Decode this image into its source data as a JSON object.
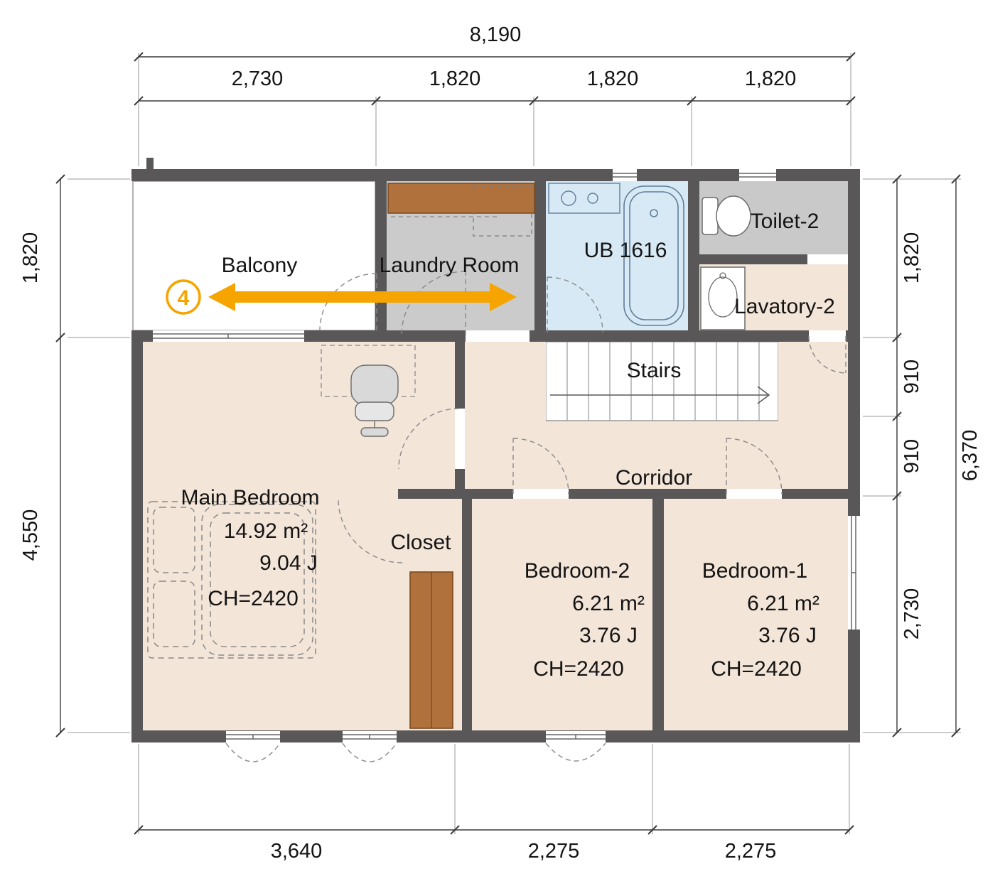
{
  "dims": {
    "top_total": "8,190",
    "top_segs": [
      "2,730",
      "1,820",
      "1,820",
      "1,820"
    ],
    "left": [
      "1,820",
      "4,550"
    ],
    "right_inner": [
      "1,820",
      "910",
      "910",
      "2,730"
    ],
    "right_total": "6,370",
    "bottom_segs": [
      "3,640",
      "2,275",
      "2,275"
    ]
  },
  "rooms": {
    "balcony": "Balcony",
    "laundry": "Laundry Room",
    "bath": "UB 1616",
    "toilet": "Toilet-2",
    "lavatory": "Lavatory-2",
    "stairs": "Stairs",
    "corridor": "Corridor",
    "closet": "Closet",
    "main_bedroom": {
      "name": "Main Bedroom",
      "area": "14.92 m²",
      "tatami": "9.04 J",
      "ceiling": "CH=2420"
    },
    "bedroom2": {
      "name": "Bedroom-2",
      "area": "6.21 m²",
      "tatami": "3.76 J",
      "ceiling": "CH=2420"
    },
    "bedroom1": {
      "name": "Bedroom-1",
      "area": "6.21 m²",
      "tatami": "3.76 J",
      "ceiling": "CH=2420"
    }
  },
  "marker": {
    "number": "4"
  },
  "colors": {
    "wall": "#595757",
    "floor": "#f3e5d8",
    "wet_gray": "#cbcbcb",
    "bath_blue": "#d8e9f6",
    "wood": "#b1713c",
    "accent": "#f6a400"
  }
}
